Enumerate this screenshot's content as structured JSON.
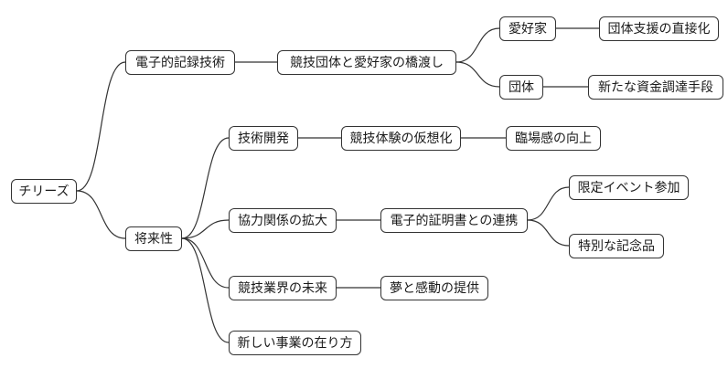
{
  "diagram": {
    "type": "mindmap",
    "colors": {
      "background": "#ffffff",
      "node_fill": "#ffffff",
      "node_border": "#333333",
      "edge": "#333333",
      "text": "#1a1a1a"
    },
    "nodes": {
      "root": {
        "label": "チリーズ"
      },
      "n1": {
        "label": "電子的記録技術"
      },
      "n1_1": {
        "label": "競技団体と愛好家の橋渡し"
      },
      "n1_1_1": {
        "label": "愛好家"
      },
      "n1_1_1_1": {
        "label": "団体支援の直接化"
      },
      "n1_1_2": {
        "label": "団体"
      },
      "n1_1_2_1": {
        "label": "新たな資金調達手段"
      },
      "n2": {
        "label": "将来性"
      },
      "n2_1": {
        "label": "技術開発"
      },
      "n2_1_1": {
        "label": "競技体験の仮想化"
      },
      "n2_1_1_1": {
        "label": "臨場感の向上"
      },
      "n2_2": {
        "label": "協力関係の拡大"
      },
      "n2_2_1": {
        "label": "電子的証明書との連携"
      },
      "n2_2_1_1": {
        "label": "限定イベント参加"
      },
      "n2_2_1_2": {
        "label": "特別な記念品"
      },
      "n2_3": {
        "label": "競技業界の未来"
      },
      "n2_3_1": {
        "label": "夢と感動の提供"
      },
      "n2_4": {
        "label": "新しい事業の在り方"
      }
    },
    "edges": [
      [
        "root",
        "n1"
      ],
      [
        "root",
        "n2"
      ],
      [
        "n1",
        "n1_1"
      ],
      [
        "n1_1",
        "n1_1_1"
      ],
      [
        "n1_1",
        "n1_1_2"
      ],
      [
        "n1_1_1",
        "n1_1_1_1"
      ],
      [
        "n1_1_2",
        "n1_1_2_1"
      ],
      [
        "n2",
        "n2_1"
      ],
      [
        "n2",
        "n2_2"
      ],
      [
        "n2",
        "n2_3"
      ],
      [
        "n2",
        "n2_4"
      ],
      [
        "n2_1",
        "n2_1_1"
      ],
      [
        "n2_1_1",
        "n2_1_1_1"
      ],
      [
        "n2_2",
        "n2_2_1"
      ],
      [
        "n2_2_1",
        "n2_2_1_1"
      ],
      [
        "n2_2_1",
        "n2_2_1_2"
      ],
      [
        "n2_3",
        "n2_3_1"
      ]
    ]
  }
}
